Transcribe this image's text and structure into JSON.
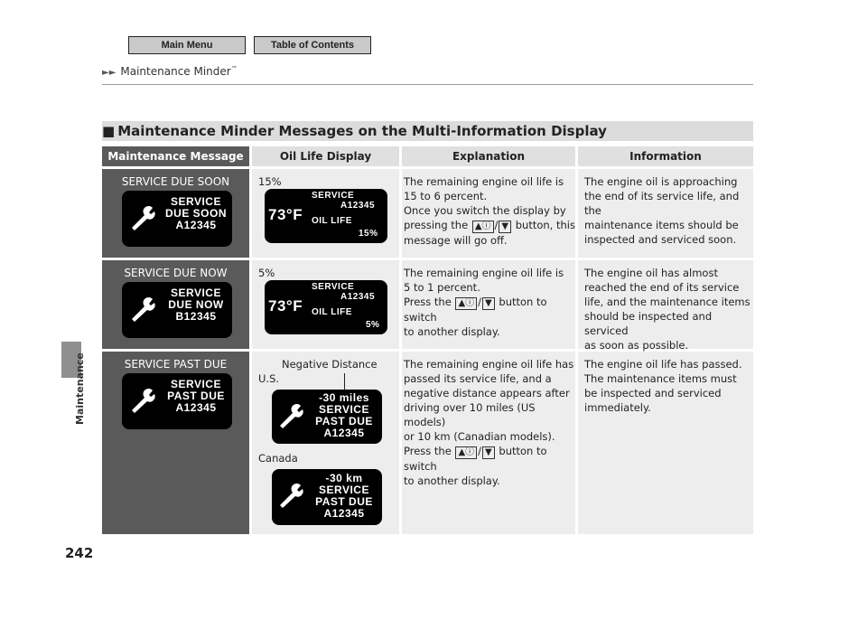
{
  "nav": {
    "main_menu": "Main Menu",
    "toc": "Table of Contents"
  },
  "breadcrumb": {
    "arrows": "►►",
    "text": "Maintenance Minder",
    "tm": "™"
  },
  "side": {
    "label": "Maintenance"
  },
  "page_number": "242",
  "section": {
    "marker": "■",
    "title": "Maintenance Minder Messages on the Multi-Information Display"
  },
  "headers": {
    "message": "Maintenance Message",
    "oil": "Oil Life Display",
    "explanation": "Explanation",
    "info": "Information"
  },
  "rows": [
    {
      "message": "SERVICE DUE SOON",
      "disp": {
        "l1": "SERVICE",
        "l2": "DUE SOON",
        "l3": "A12345"
      },
      "oil": {
        "percent": "15%",
        "temp": "73°F",
        "service": "SERVICE",
        "code": "A12345",
        "oil_label": "OIL LIFE",
        "oil_val": "15%"
      },
      "exp": {
        "l1": "The remaining engine oil life is",
        "l2": "15 to 6 percent.",
        "l3": "Once you switch the display by",
        "l4_pre": "pressing the",
        "l4_post": "button, this",
        "l5": "message will go off."
      },
      "info": {
        "l1": "The engine oil is approaching",
        "l2": "the end of its service life, and the",
        "l3": "maintenance items should be",
        "l4": "inspected and serviced soon."
      }
    },
    {
      "message": "SERVICE DUE NOW",
      "disp": {
        "l1": "SERVICE",
        "l2": "DUE NOW",
        "l3": "B12345"
      },
      "oil": {
        "percent": "5%",
        "temp": "73°F",
        "service": "SERVICE",
        "code": "A12345",
        "oil_label": "OIL LIFE",
        "oil_val": "5%"
      },
      "exp": {
        "l1": "The remaining engine oil life is",
        "l2": "5 to 1 percent.",
        "l3_pre": "Press the",
        "l3_post": "button to switch",
        "l4": "to another display."
      },
      "info": {
        "l1": "The engine oil has almost",
        "l2": "reached the end of its service",
        "l3": "life, and the maintenance items",
        "l4": "should be inspected and serviced",
        "l5": "as soon as possible."
      }
    },
    {
      "message": "SERVICE PAST DUE",
      "disp": {
        "l1": "SERVICE",
        "l2": "PAST DUE",
        "l3": "A12345"
      },
      "oil": {
        "neg_label": "Negative Distance",
        "us": "U.S.",
        "canada": "Canada",
        "us_disp": {
          "d": "-30 miles",
          "l1": "SERVICE",
          "l2": "PAST DUE",
          "l3": "A12345"
        },
        "ca_disp": {
          "d": "-30 km",
          "l1": "SERVICE",
          "l2": "PAST DUE",
          "l3": "A12345"
        }
      },
      "exp": {
        "l1": "The remaining engine oil life has",
        "l2": "passed its service life, and a",
        "l3": "negative distance appears after",
        "l4": "driving over 10 miles (US models)",
        "l5": "or 10 km (Canadian models).",
        "l6_pre": "Press the",
        "l6_post": "button to switch",
        "l7": "to another display."
      },
      "info": {
        "l1": "The engine oil life has passed.",
        "l2": "The maintenance items must",
        "l3": "be inspected and serviced",
        "l4": "immediately."
      }
    }
  ],
  "keys": {
    "info": "▲ⓘ",
    "slash": "/",
    "down": "▼"
  }
}
